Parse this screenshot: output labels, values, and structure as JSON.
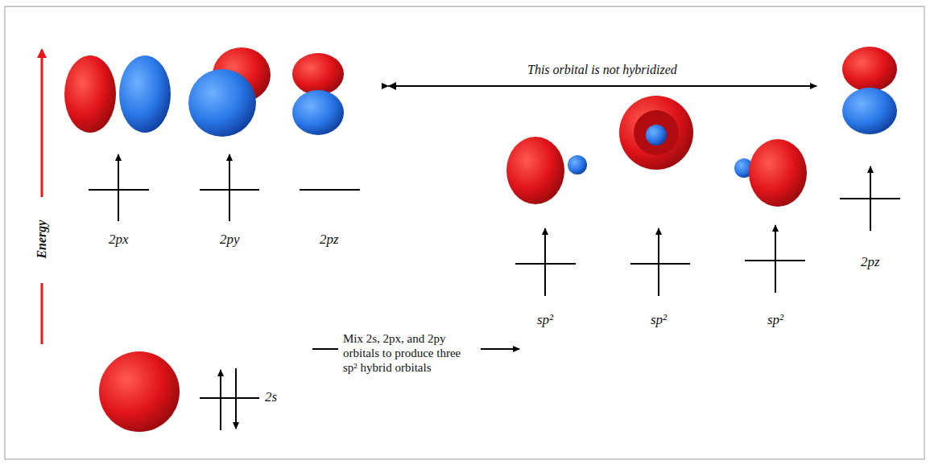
{
  "diagram": {
    "labels": [
      "2px",
      "2py",
      "2pz",
      "sp²",
      "sp²",
      "sp²",
      "2pz",
      "2s",
      "Energy",
      "This orbital is not hybridized",
      "Mix 2s, 2px, and 2py orbitals to produce three sp² hybrid orbitals"
    ]
  }
}
